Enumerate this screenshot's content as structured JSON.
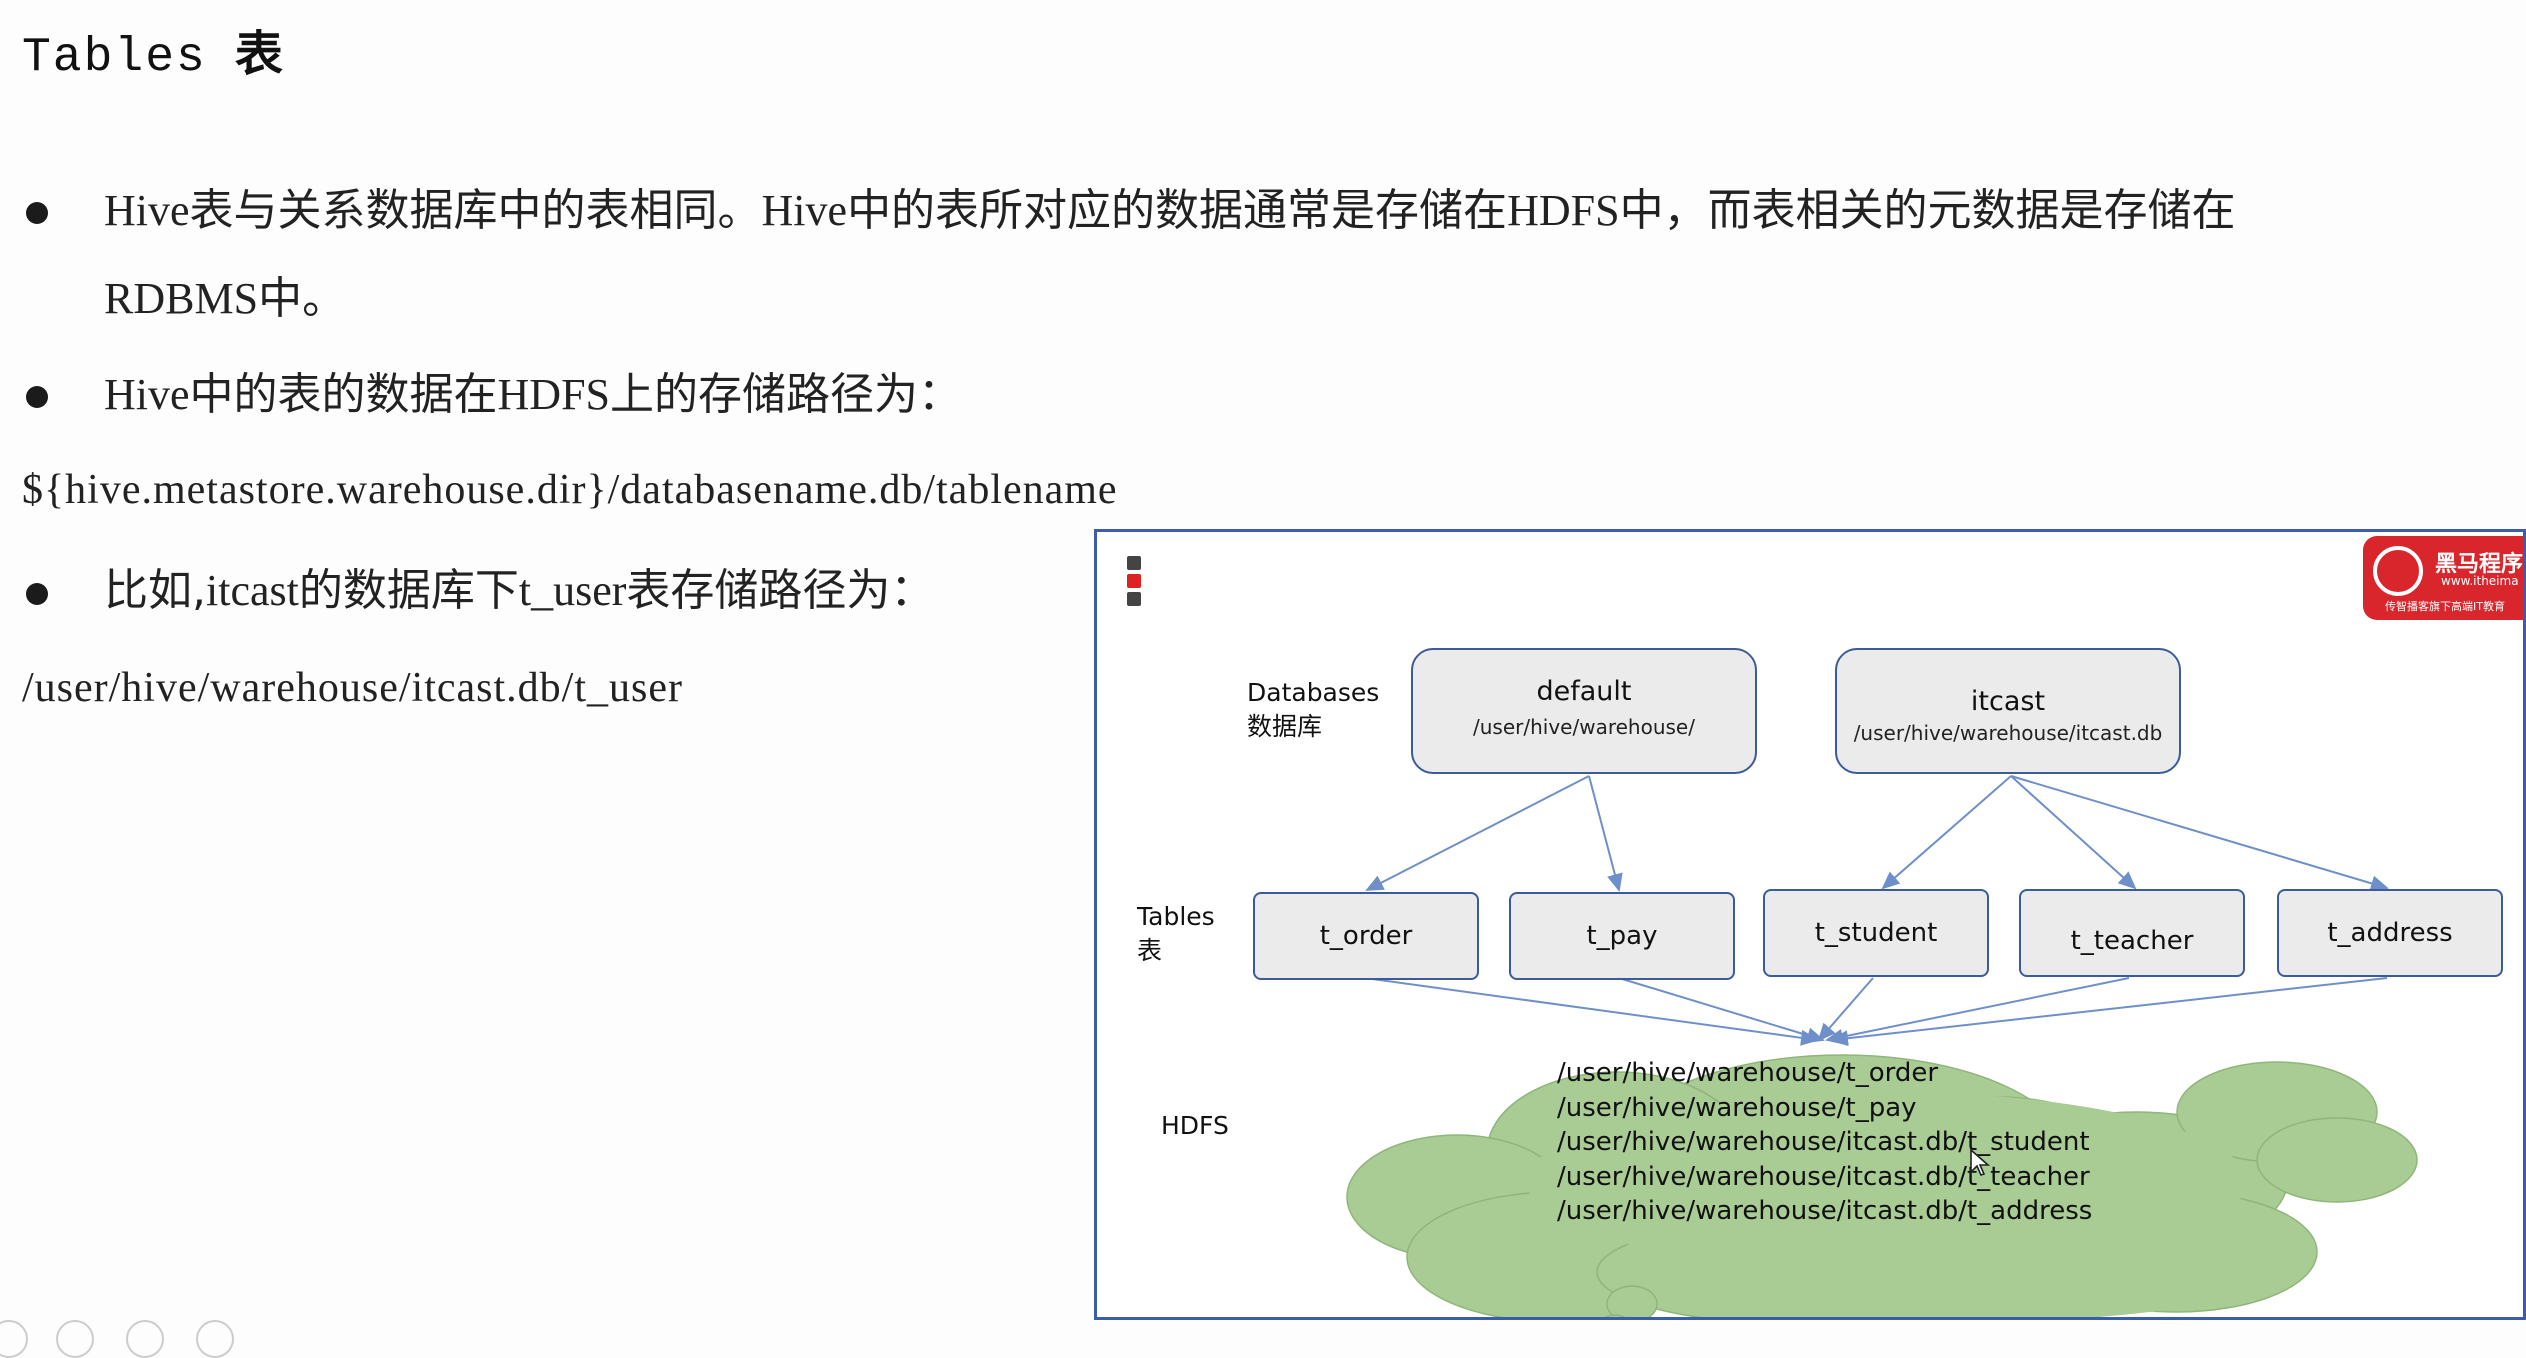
{
  "title": {
    "en": "Tables",
    "cn": "表"
  },
  "bullets": [
    {
      "line1_parts": [
        "Hive",
        "表与关系数据库中的表相同。",
        "Hive",
        "中的表所对应的数据通常是存储在",
        "HDFS",
        "中，而表相关的元数据是存储在"
      ],
      "line2_parts": [
        "RDBMS",
        "中。"
      ]
    },
    {
      "parts": [
        "Hive",
        "中的表的数据在",
        "HDFS",
        "上的存储路径为："
      ]
    },
    {
      "parts": [
        "比如,",
        "itcast",
        "的数据库下",
        "t_user",
        "表存储路径为："
      ]
    }
  ],
  "code_lines": {
    "path_template": "${hive.metastore.warehouse.dir}/databasename.db/tablename",
    "example_path": "/user/hive/warehouse/itcast.db/t_user"
  },
  "diagram": {
    "row_labels": {
      "databases": {
        "en": "Databases",
        "cn": "数据库"
      },
      "tables": {
        "en": "Tables",
        "cn": "表"
      },
      "hdfs": {
        "en": "HDFS"
      }
    },
    "databases": [
      {
        "name": "default",
        "path": "/user/hive/warehouse/"
      },
      {
        "name": "itcast",
        "path": "/user/hive/warehouse/itcast.db"
      }
    ],
    "tables": [
      "t_order",
      "t_pay",
      "t_student",
      "t_teacher",
      "t_address"
    ],
    "hdfs_paths": [
      "/user/hive/warehouse/t_order",
      "/user/hive/warehouse/t_pay",
      "/user/hive/warehouse/itcast.db/t_student",
      "/user/hive/warehouse/itcast.db/t_teacher",
      "/user/hive/warehouse/itcast.db/t_address"
    ],
    "logo": {
      "line1": "黑马程序",
      "line2": "www.itheima",
      "line3": "传智播客旗下高端IT教育"
    },
    "colors": {
      "border": "#3c5ea8",
      "cloud": "#a9cb94",
      "arrow": "#6f8fca",
      "logo": "#d9262c"
    }
  }
}
